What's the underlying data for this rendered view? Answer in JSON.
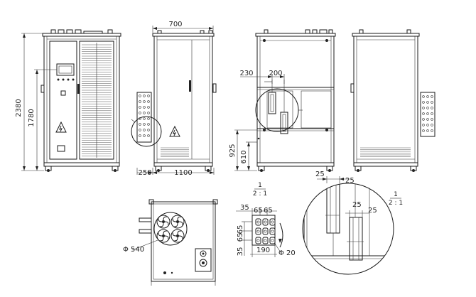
{
  "dimensions": {
    "front_height_total": "2380",
    "front_height_lower": "1780",
    "side_width": "700",
    "base_offset": "250",
    "base_width": "1100",
    "rack_left": "230",
    "rack_right": "200",
    "height_925": "925",
    "height_610": "610",
    "fan_diameter": "Φ 540",
    "hole_35_top": "35",
    "hole_65_a": "65",
    "hole_65_b": "65",
    "hole_65_left_a": "65",
    "hole_65_left_b": "65",
    "hole_35_left": "35",
    "hole_190": "190",
    "hole_diameter": "Φ 20",
    "detail_25_a": "25",
    "detail_25_b": "25",
    "detail_25_c": "25",
    "detail_25_d": "25"
  },
  "detail_labels": {
    "scale_a_top": "1",
    "scale_a_bottom": "2 : 1",
    "scale_b_top": "1",
    "scale_b_bottom": "2 : 1"
  },
  "colors": {
    "line": "#1a1a1a",
    "background": "#ffffff"
  }
}
